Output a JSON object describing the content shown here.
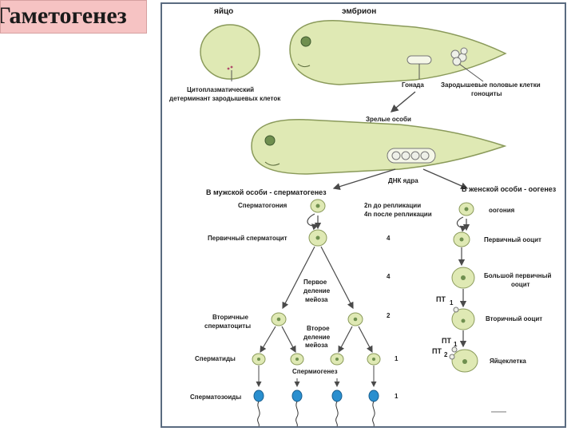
{
  "slide": {
    "title": "Гаметогенез"
  },
  "diagram": {
    "egg_label": "яйцо",
    "embryo_label": "эмбрион",
    "cytoplasmic_determinant_line1": "Цитоплазматический",
    "cytoplasmic_determinant_line2": "детерминант зародышевых клеток",
    "gonad_label": "Гонада",
    "germ_cells_line1": "Зародышевые половые клетки",
    "germ_cells_line2": "гоноциты",
    "mature_label": "Зрелые особи",
    "dna_label": "ДНК ядра",
    "male_heading": "В мужской особи - сперматогенез",
    "female_heading": "В женской особи - оогенез",
    "spermatogonia": "Сперматогония",
    "oogonia": "оогония",
    "ploidy_before_line": "2n  до репликации",
    "ploidy_after_line": "4n  после репликации",
    "primary_spermatocyte": "Первичный сперматоцит",
    "primary_oocyte": "Первичный ооцит",
    "large_oocyte_line1": "Большой первичный",
    "large_oocyte_line2": "ооцит",
    "meiosis1_line1": "Первое",
    "meiosis1_line2": "деление",
    "meiosis1_line3": "мейоза",
    "meiosis2_line1": "Второе",
    "meiosis2_line2": "деление",
    "meiosis2_line3": "мейоза",
    "secondary_spermatocytes_line1": "Вторичные",
    "secondary_spermatocytes_line2": "сперматоциты",
    "secondary_oocyte": "Вторичный ооцит",
    "spermatids": "Сперматиды",
    "spermiogenesis": "Спермиогенез",
    "spermatozoa": "Сперматозоиды",
    "egg_cell": "Яйцеклетка",
    "polar_body_1": "ПТ",
    "polar_body_1_sub": "1",
    "polar_body_2a": "ПТ",
    "polar_body_2a_sub": "1",
    "polar_body_2b": "ПТ",
    "polar_body_2b_sub": "2",
    "dna_amounts": [
      "4",
      "4",
      "2",
      "1",
      "1"
    ]
  },
  "colors": {
    "cell_fill": "#dfe9b4",
    "cell_stroke": "#8a9a5a",
    "nucleus": "#6f8f4f",
    "sperm_head": "#2a8fcf",
    "title_bg": "#f6c3c3"
  }
}
